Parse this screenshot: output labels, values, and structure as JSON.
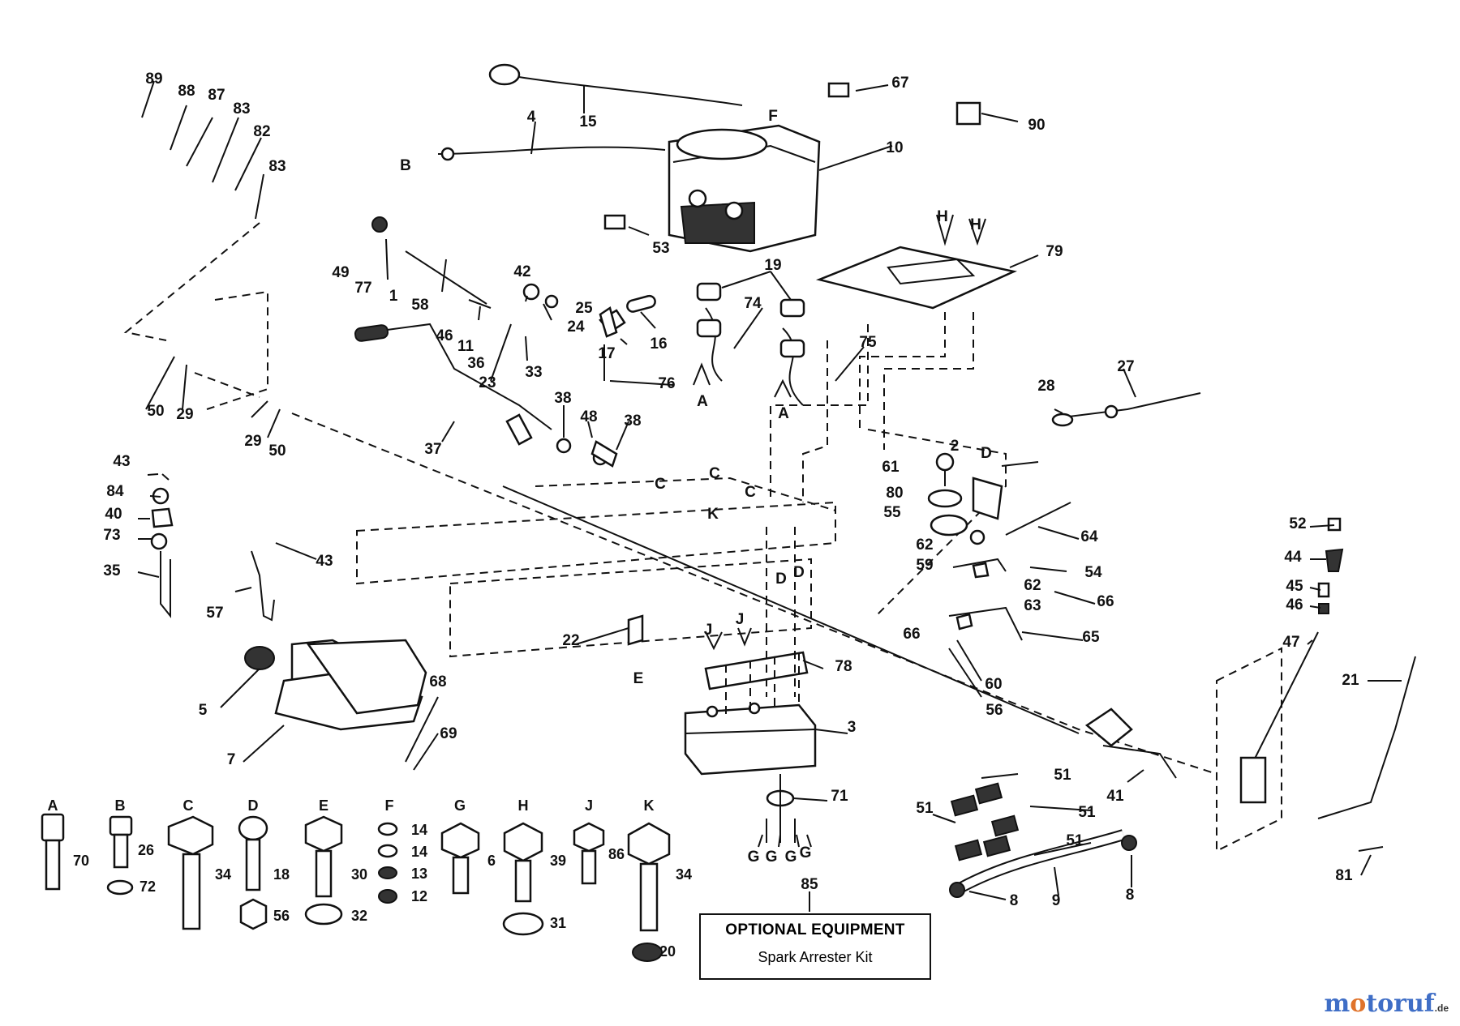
{
  "callouts": [
    {
      "id": "c89",
      "text": "89"
    },
    {
      "id": "c88",
      "text": "88"
    },
    {
      "id": "c87",
      "text": "87"
    },
    {
      "id": "c83a",
      "text": "83"
    },
    {
      "id": "c82",
      "text": "82"
    },
    {
      "id": "c83b",
      "text": "83"
    },
    {
      "id": "c15",
      "text": "15"
    },
    {
      "id": "c4",
      "text": "4"
    },
    {
      "id": "cF",
      "text": "F"
    },
    {
      "id": "cB",
      "text": "B"
    },
    {
      "id": "c67",
      "text": "67"
    },
    {
      "id": "c90",
      "text": "90"
    },
    {
      "id": "c10",
      "text": "10"
    },
    {
      "id": "c53",
      "text": "53"
    },
    {
      "id": "cH1",
      "text": "H"
    },
    {
      "id": "cH2",
      "text": "H"
    },
    {
      "id": "c79",
      "text": "79"
    },
    {
      "id": "c19",
      "text": "19"
    },
    {
      "id": "c74",
      "text": "74"
    },
    {
      "id": "c75",
      "text": "75"
    },
    {
      "id": "cA1",
      "text": "A"
    },
    {
      "id": "cA2",
      "text": "A"
    },
    {
      "id": "c49",
      "text": "49"
    },
    {
      "id": "c77",
      "text": "77"
    },
    {
      "id": "c1",
      "text": "1"
    },
    {
      "id": "c58",
      "text": "58"
    },
    {
      "id": "c42",
      "text": "42"
    },
    {
      "id": "c25",
      "text": "25"
    },
    {
      "id": "c24",
      "text": "24"
    },
    {
      "id": "c46a",
      "text": "46"
    },
    {
      "id": "c11",
      "text": "11"
    },
    {
      "id": "c36",
      "text": "36"
    },
    {
      "id": "c23",
      "text": "23"
    },
    {
      "id": "c33",
      "text": "33"
    },
    {
      "id": "c17",
      "text": "17"
    },
    {
      "id": "c16",
      "text": "16"
    },
    {
      "id": "c76",
      "text": "76"
    },
    {
      "id": "c28",
      "text": "28"
    },
    {
      "id": "c27",
      "text": "27"
    },
    {
      "id": "c50a",
      "text": "50"
    },
    {
      "id": "c29a",
      "text": "29"
    },
    {
      "id": "c29b",
      "text": "29"
    },
    {
      "id": "c50b",
      "text": "50"
    },
    {
      "id": "c38a",
      "text": "38"
    },
    {
      "id": "c48",
      "text": "48"
    },
    {
      "id": "c38b",
      "text": "38"
    },
    {
      "id": "c37",
      "text": "37"
    },
    {
      "id": "c2",
      "text": "2"
    },
    {
      "id": "cD1",
      "text": "D"
    },
    {
      "id": "c61",
      "text": "61"
    },
    {
      "id": "c80",
      "text": "80"
    },
    {
      "id": "c55",
      "text": "55"
    },
    {
      "id": "c62a",
      "text": "62"
    },
    {
      "id": "c59",
      "text": "59"
    },
    {
      "id": "c64",
      "text": "64"
    },
    {
      "id": "c54",
      "text": "54"
    },
    {
      "id": "c62b",
      "text": "62"
    },
    {
      "id": "c63",
      "text": "63"
    },
    {
      "id": "c66a",
      "text": "66"
    },
    {
      "id": "c66b",
      "text": "66"
    },
    {
      "id": "c65",
      "text": "65"
    },
    {
      "id": "c60",
      "text": "60"
    },
    {
      "id": "c56",
      "text": "56"
    },
    {
      "id": "c43a",
      "text": "43"
    },
    {
      "id": "c84",
      "text": "84"
    },
    {
      "id": "c40",
      "text": "40"
    },
    {
      "id": "c73",
      "text": "73"
    },
    {
      "id": "c35",
      "text": "35"
    },
    {
      "id": "c43b",
      "text": "43"
    },
    {
      "id": "c57",
      "text": "57"
    },
    {
      "id": "cC1",
      "text": "C"
    },
    {
      "id": "cC2",
      "text": "C"
    },
    {
      "id": "cC3",
      "text": "C"
    },
    {
      "id": "cK",
      "text": "K"
    },
    {
      "id": "cD2",
      "text": "D"
    },
    {
      "id": "cD3",
      "text": "D"
    },
    {
      "id": "c22",
      "text": "22"
    },
    {
      "id": "cE1",
      "text": "E"
    },
    {
      "id": "cJ1",
      "text": "J"
    },
    {
      "id": "cJ2",
      "text": "J"
    },
    {
      "id": "c78",
      "text": "78"
    },
    {
      "id": "c3",
      "text": "3"
    },
    {
      "id": "c71",
      "text": "71"
    },
    {
      "id": "cG1",
      "text": "G"
    },
    {
      "id": "cG2",
      "text": "G"
    },
    {
      "id": "cG3",
      "text": "G"
    },
    {
      "id": "cG4",
      "text": "G"
    },
    {
      "id": "c85",
      "text": "85"
    },
    {
      "id": "c5",
      "text": "5"
    },
    {
      "id": "c7",
      "text": "7"
    },
    {
      "id": "c68",
      "text": "68"
    },
    {
      "id": "c69",
      "text": "69"
    },
    {
      "id": "c52",
      "text": "52"
    },
    {
      "id": "c44",
      "text": "44"
    },
    {
      "id": "c45",
      "text": "45"
    },
    {
      "id": "c46b",
      "text": "46"
    },
    {
      "id": "c47",
      "text": "47"
    },
    {
      "id": "c21",
      "text": "21"
    },
    {
      "id": "c41",
      "text": "41"
    },
    {
      "id": "c51a",
      "text": "51"
    },
    {
      "id": "c51b",
      "text": "51"
    },
    {
      "id": "c51c",
      "text": "51"
    },
    {
      "id": "c51d",
      "text": "51"
    },
    {
      "id": "c8a",
      "text": "8"
    },
    {
      "id": "c9",
      "text": "9"
    },
    {
      "id": "c8b",
      "text": "8"
    },
    {
      "id": "c81",
      "text": "81"
    }
  ],
  "hardware": [
    {
      "letter": "A",
      "parts": [
        "70"
      ]
    },
    {
      "letter": "B",
      "parts": [
        "26",
        "72"
      ]
    },
    {
      "letter": "C",
      "parts": [
        "34"
      ]
    },
    {
      "letter": "D",
      "parts": [
        "18",
        "56"
      ]
    },
    {
      "letter": "E",
      "parts": [
        "30",
        "32"
      ]
    },
    {
      "letter": "F",
      "parts": [
        "14",
        "14",
        "13",
        "12"
      ]
    },
    {
      "letter": "G",
      "parts": [
        "6"
      ]
    },
    {
      "letter": "H",
      "parts": [
        "39",
        "31"
      ]
    },
    {
      "letter": "J",
      "parts": [
        "86"
      ]
    },
    {
      "letter": "K",
      "parts": [
        "34",
        "20"
      ]
    }
  ],
  "optional_equipment": {
    "title": "OPTIONAL EQUIPMENT",
    "subtitle": "Spark Arrester Kit"
  },
  "watermark": {
    "part1": "m",
    "part2": "o",
    "part3": "toruf",
    "tld": ".de"
  }
}
